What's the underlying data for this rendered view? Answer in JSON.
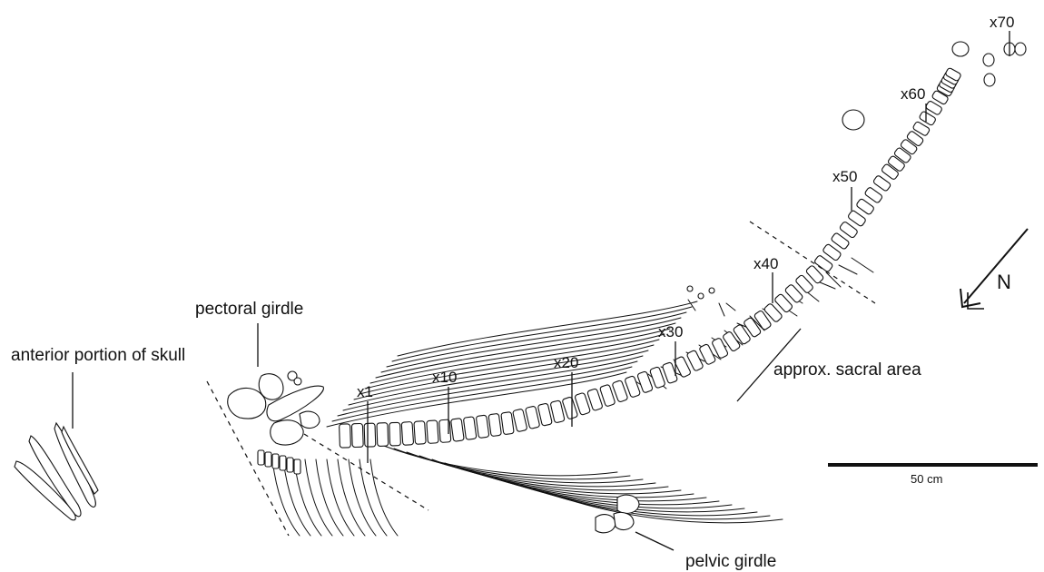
{
  "labels": {
    "skull": "anterior portion of skull",
    "pectoral": "pectoral girdle",
    "pelvic": "pelvic girdle",
    "sacral": "approx. sacral area",
    "north": "N",
    "scale": "50 cm"
  },
  "vertebra_numbers": [
    "x1",
    "x10",
    "x20",
    "x30",
    "x40",
    "x50",
    "x60",
    "x70"
  ]
}
